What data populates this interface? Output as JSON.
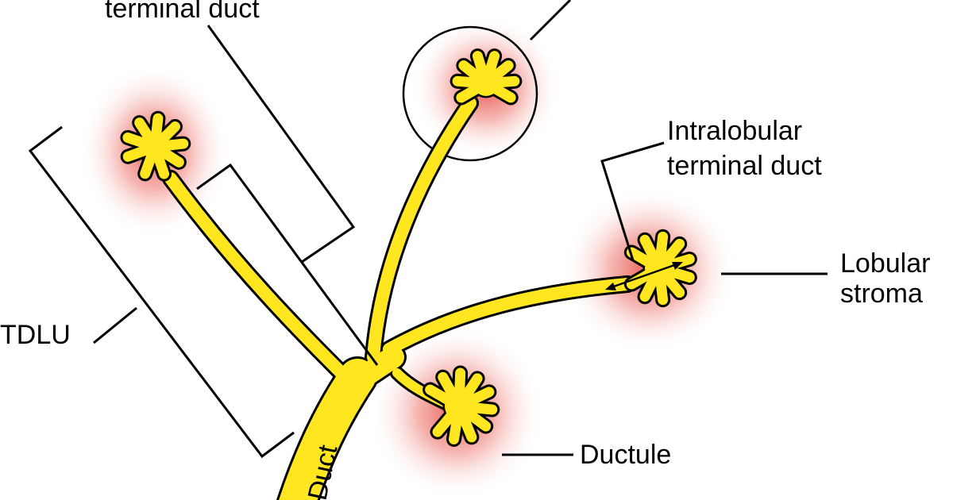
{
  "diagram": {
    "title": "",
    "labels": {
      "top_label": "terminal duct",
      "intralobular_line1": "Intralobular",
      "intralobular_line2": "terminal duct",
      "lobular_line1": "Lobular",
      "lobular_line2": "stroma",
      "tdlu": "TDLU",
      "ductule": "Ductule",
      "duct": "Duct"
    },
    "colors": {
      "duct_fill": "#FFE61E",
      "duct_outline": "#000000",
      "stroma_glow": "#E8504A",
      "label_text": "#000000",
      "background": "#FFFFFF"
    },
    "structures": [
      "main-duct",
      "upper-left-lobule",
      "top-center-lobule",
      "right-lobule",
      "lower-lobule"
    ]
  }
}
